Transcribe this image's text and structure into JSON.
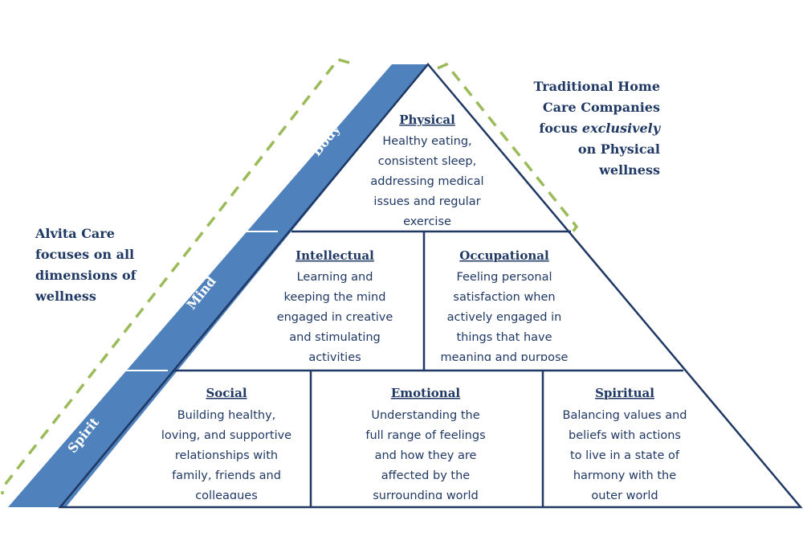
{
  "colors": {
    "outline": "#1f3864",
    "band": "#4f81bd",
    "dash": "#9bbb59",
    "text": "#1f3864"
  },
  "left_note": {
    "lines": [
      "Alvita Care",
      "focuses on all",
      "dimensions of",
      "wellness"
    ]
  },
  "right_note": {
    "line1": "Traditional Home",
    "line2": "Care Companies",
    "line3_pre": "focus ",
    "line3_em": "exclusively",
    "line4": "on Physical",
    "line5": "wellness"
  },
  "band": {
    "body": "Body",
    "mind": "Mind",
    "spirit": "Spirit"
  },
  "cells": {
    "physical": {
      "title": "Physical",
      "lines": [
        "Healthy eating,",
        "consistent sleep,",
        "addressing medical",
        "issues and regular",
        "exercise"
      ]
    },
    "intellectual": {
      "title": "Intellectual",
      "lines": [
        "Learning and",
        "keeping the mind",
        "engaged in creative",
        "and stimulating",
        "activities"
      ]
    },
    "occupational": {
      "title": "Occupational",
      "lines": [
        "Feeling personal",
        "satisfaction when",
        "actively engaged in",
        "things that have",
        "meaning and purpose"
      ]
    },
    "social": {
      "title": "Social",
      "lines": [
        "Building healthy,",
        "loving, and supportive",
        "relationships with",
        "family, friends and",
        "colleagues"
      ]
    },
    "emotional": {
      "title": "Emotional",
      "lines": [
        "Understanding the",
        "full range of feelings",
        "and how they are",
        "affected by the",
        "surrounding world"
      ]
    },
    "spiritual": {
      "title": "Spiritual",
      "lines": [
        "Balancing values and",
        "beliefs with actions",
        "to live in a state of",
        "harmony with the",
        "outer world"
      ]
    }
  }
}
